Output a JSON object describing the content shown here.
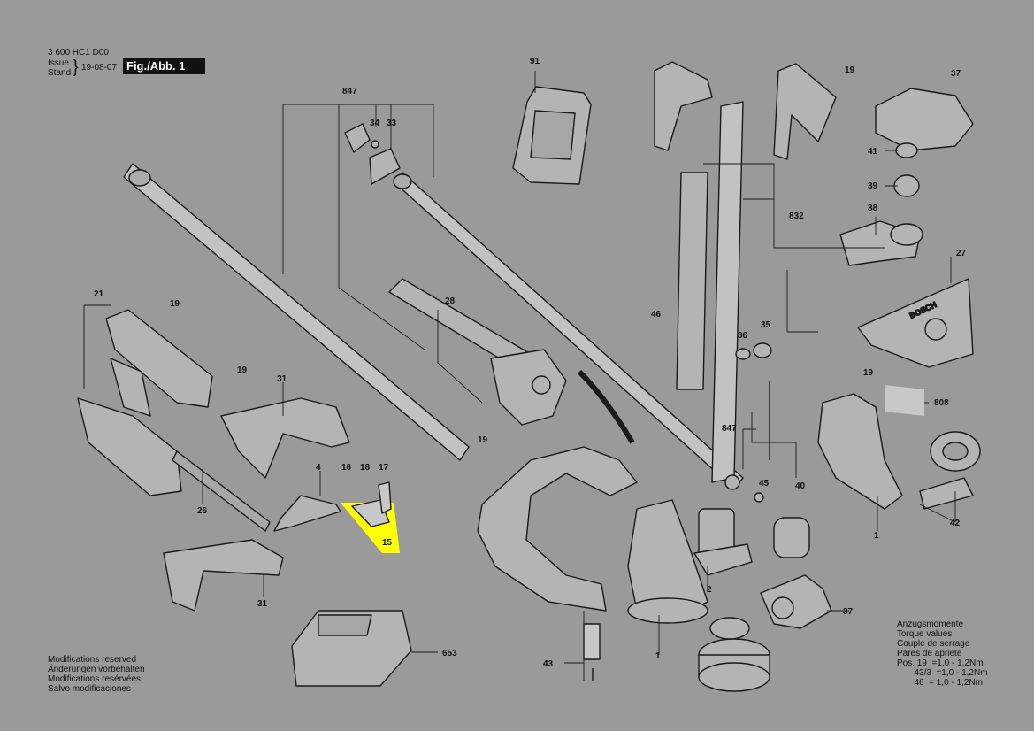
{
  "header": {
    "doc_number": "3 600 HC1 D00",
    "issue_label_1": "Issue",
    "issue_label_2": "Stand",
    "issue_date": "19-08-07",
    "figure_label": "Fig./Abb. 1"
  },
  "notes": [
    "Modifications reserved",
    "Änderungen vorbehalten",
    "Modifications resérvées",
    "Salvo modificaciones"
  ],
  "torque": {
    "lines": [
      "Anzugsmomente",
      "Torque values",
      "Couple de serrage",
      "Pares de apriete"
    ],
    "rows": [
      "Pos. 19  =1,0 - 1,2Nm",
      "       43/3  =1,0 - 1,2Nm",
      "       46  = 1,0 - 1,2Nm"
    ]
  },
  "part_labels": {
    "p91": "91",
    "p847a": "847",
    "p34": "34",
    "p33": "33",
    "p19a": "19",
    "p37a": "37",
    "p41": "41",
    "p39": "39",
    "p38": "38",
    "p832": "832",
    "p27": "27",
    "p21": "21",
    "p19b": "19",
    "p28": "28",
    "p46": "46",
    "p35": "35",
    "p36": "36",
    "p19c": "19",
    "p31a": "31",
    "p19d": "19",
    "p808": "808",
    "p847b": "847",
    "p4": "4",
    "p16": "16",
    "p18": "18",
    "p17": "17",
    "p15": "15",
    "p26": "26",
    "p45": "45",
    "p40": "40",
    "p1a": "1",
    "p42": "42",
    "p2": "2",
    "p31b": "31",
    "p37b": "37",
    "p653": "653",
    "p43": "43",
    "p1b": "1",
    "p19e": "19"
  },
  "highlight": {
    "part": "15",
    "color": "#ffff00"
  },
  "brand_text": "BOSCH"
}
